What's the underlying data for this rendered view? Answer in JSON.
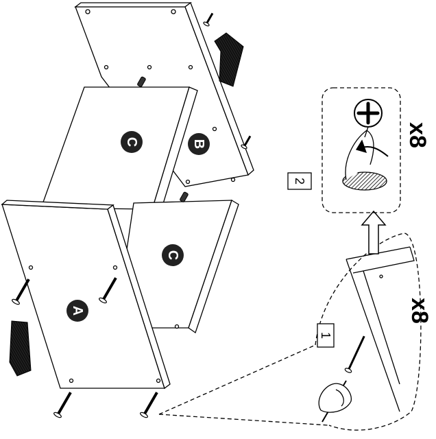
{
  "panels": [
    {
      "letter": "A"
    },
    {
      "letter": "B"
    },
    {
      "letter": "C"
    },
    {
      "letter": "C"
    }
  ],
  "steps": [
    {
      "number": "1",
      "quantity": "x8"
    },
    {
      "number": "2",
      "quantity": "x8"
    }
  ],
  "icons": [
    "screw-icon",
    "screwdriver-icon",
    "push-arrow-icon",
    "up-arrow-icon",
    "phillips-cap-icon"
  ]
}
